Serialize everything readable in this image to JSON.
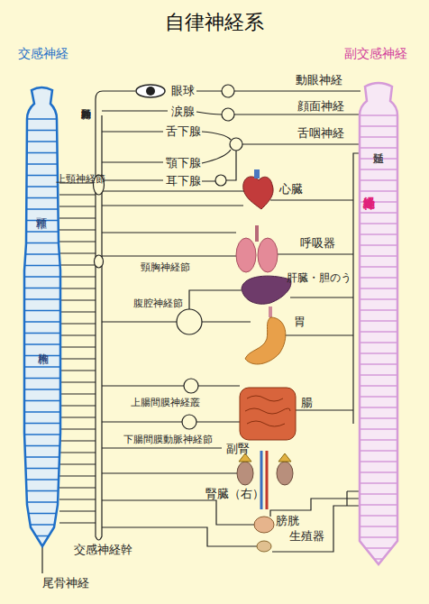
{
  "diagram": {
    "title": "自律神経系",
    "nodes": [
      {
        "text": [
          "交感神経",
          "頸椎",
          "胸椎"
        ]
      },
      {
        "text": [
          "副交感神経",
          "延髄"
        ]
      }
    ],
    "labels": [
      "動眼神経",
      "眼球",
      "内頸動脈神経",
      "涙腺",
      "顔面神経",
      "舌下腺",
      "舌咽神経",
      "顎下腺",
      "耳下腺",
      "上頸神経節",
      "心臓",
      "迷走神経",
      "呼吸器",
      "頸胸神経節",
      "肝臓・胆のう",
      "腹腔神経節",
      "胃",
      "上腸間膜神経叢",
      "腸",
      "下腸間膜動脈神経節",
      "副腎",
      "腎臓（右）",
      "膀胱",
      "生殖器",
      "交感神経幹",
      "尾骨神経"
    ]
  }
}
